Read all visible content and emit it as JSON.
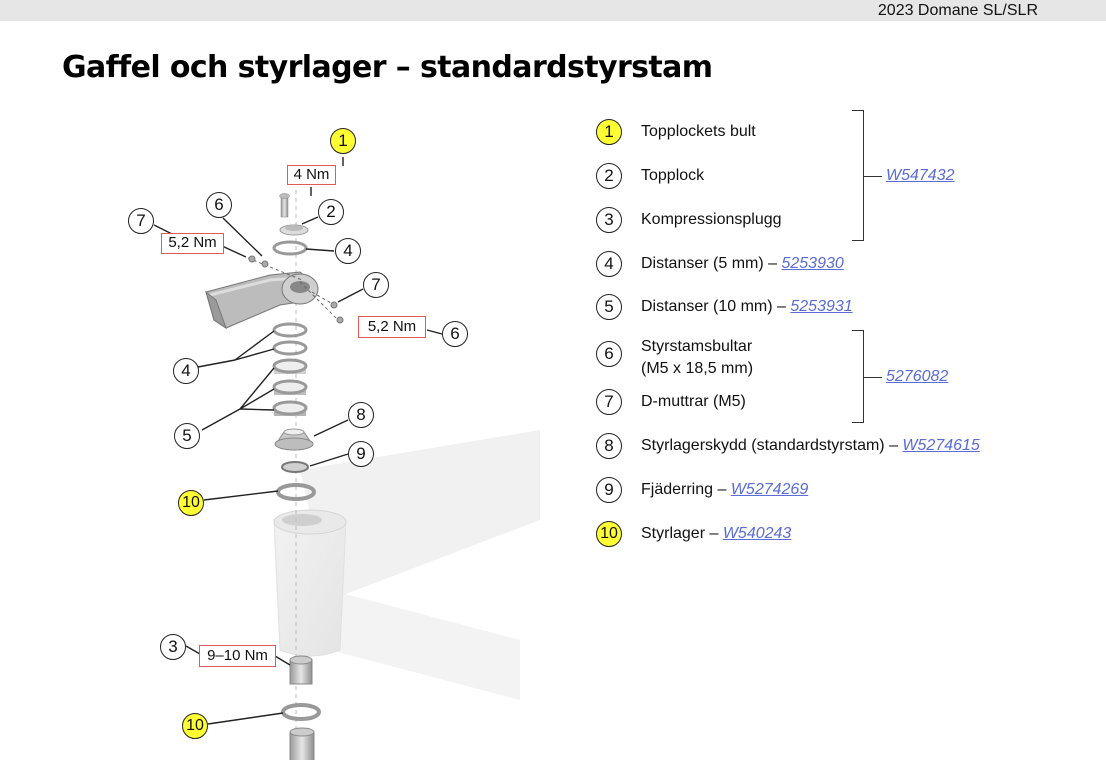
{
  "header": {
    "doc_title": "2023 Domane SL/SLR"
  },
  "page": {
    "title": "Gaffel och styrlager – standardstyrstam"
  },
  "callouts": {
    "torque_top_bolt": "4 Nm",
    "torque_bolts_left": "5,2 Nm",
    "torque_bolts_right": "5,2 Nm",
    "torque_compression_plug": "9–10 Nm",
    "labels": [
      "1",
      "2",
      "4",
      "6",
      "7",
      "7",
      "6",
      "4",
      "5",
      "8",
      "9",
      "10",
      "3",
      "10"
    ]
  },
  "parts": [
    {
      "num": "1",
      "name": "Topplockets bult",
      "highlight": true,
      "link": ""
    },
    {
      "num": "2",
      "name": "Topplock",
      "highlight": false,
      "link": ""
    },
    {
      "num": "3",
      "name": "Kompressionsplugg",
      "highlight": false,
      "link": ""
    },
    {
      "num": "4",
      "name": "Distanser (5 mm) – ",
      "highlight": false,
      "link": "5253930"
    },
    {
      "num": "5",
      "name": "Distanser (10 mm) – ",
      "highlight": false,
      "link": "5253931"
    },
    {
      "num": "6",
      "name": "Styrstamsbultar",
      "name2": "(M5 x 18,5 mm)",
      "highlight": false,
      "link": ""
    },
    {
      "num": "7",
      "name": "D-muttrar (M5)",
      "highlight": false,
      "link": ""
    },
    {
      "num": "8",
      "name": "Styrlagerskydd (standardstyrstam) – ",
      "highlight": false,
      "link": "W5274615"
    },
    {
      "num": "9",
      "name": "Fjäderring – ",
      "highlight": false,
      "link": "W5274269"
    },
    {
      "num": "10",
      "name": "Styrlager – ",
      "highlight": true,
      "link": "W540243"
    }
  ],
  "group_links": {
    "group_1_3": "W547432",
    "group_6_7": "5276082"
  },
  "colors": {
    "highlight": "#ffff33",
    "link": "#5a6bd6",
    "torque_box": "#e05a5a"
  }
}
